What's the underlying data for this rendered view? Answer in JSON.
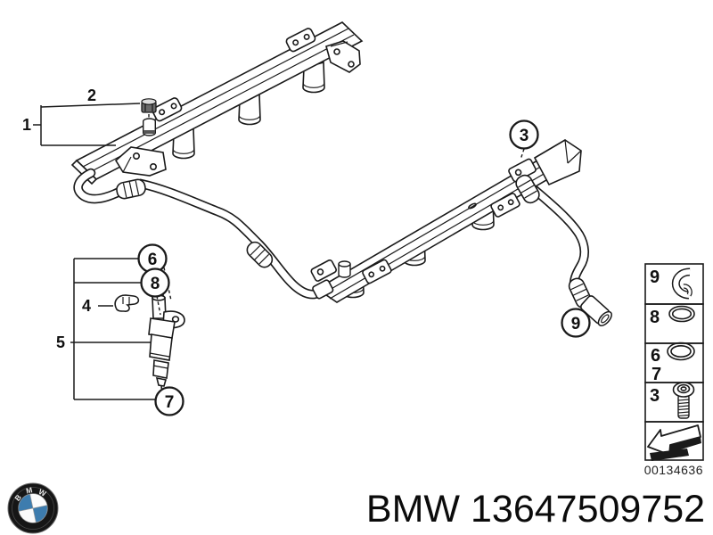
{
  "diagram": {
    "callouts": {
      "c1": "1",
      "c2": "2",
      "c3": "3",
      "c4": "4",
      "c5": "5",
      "c6": "6",
      "c7": "7",
      "c8": "8",
      "c9": "9"
    },
    "legend": {
      "row_9": "9",
      "row_8": "8",
      "row_6": "6",
      "row_7": "7",
      "row_3": "3",
      "icons": {
        "row_9": "retaining-clip-icon",
        "row_8": "o-ring-icon",
        "row_6_7": "o-ring-icon",
        "row_3": "screw-icon",
        "bottom": "direction-arrow-icon"
      },
      "drawing_number": "00134636"
    }
  },
  "footer": {
    "brand": "BMW",
    "part_number": "13647509752",
    "logo": {
      "b": "B",
      "m": "M",
      "w": "W"
    }
  },
  "colors": {
    "line": "#1a1a1a",
    "bmw_blue": "#3d7cae",
    "background": "#ffffff"
  }
}
